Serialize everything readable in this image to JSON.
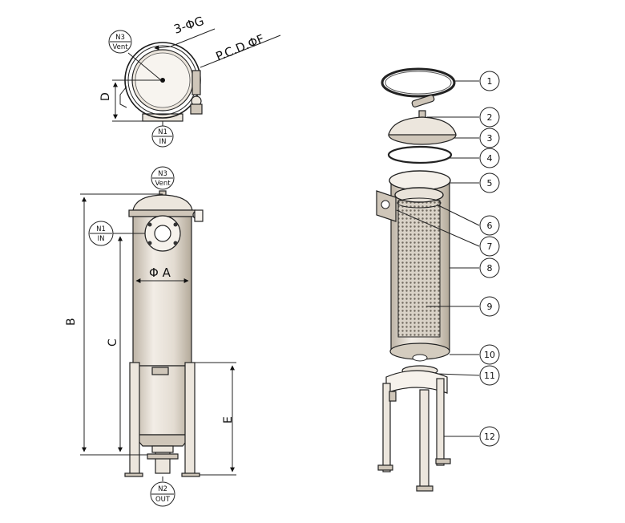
{
  "top_view": {
    "n3_tag": "N3",
    "n3_label": "Vent",
    "n1_tag": "N1",
    "n1_label": "IN",
    "holes_label": "3-ΦG",
    "pcd_label": "P.C.D.ΦF",
    "dim_d": "D"
  },
  "front_view": {
    "n3_tag": "N3",
    "n3_label": "Vent",
    "n1_tag": "N1",
    "n1_label": "IN",
    "n2_tag": "N2",
    "n2_label": "OUT",
    "dim_a": "Φ A",
    "dim_b": "B",
    "dim_c": "C",
    "dim_e": "E"
  },
  "exploded_view": {
    "callouts": [
      "1",
      "2",
      "3",
      "4",
      "5",
      "6",
      "7",
      "8",
      "9",
      "10",
      "11",
      "12"
    ]
  },
  "colors": {
    "line": "#222222",
    "metal": "#ece6dd",
    "metal_dark": "#cfc6b9",
    "mesh": "#8a8378"
  }
}
